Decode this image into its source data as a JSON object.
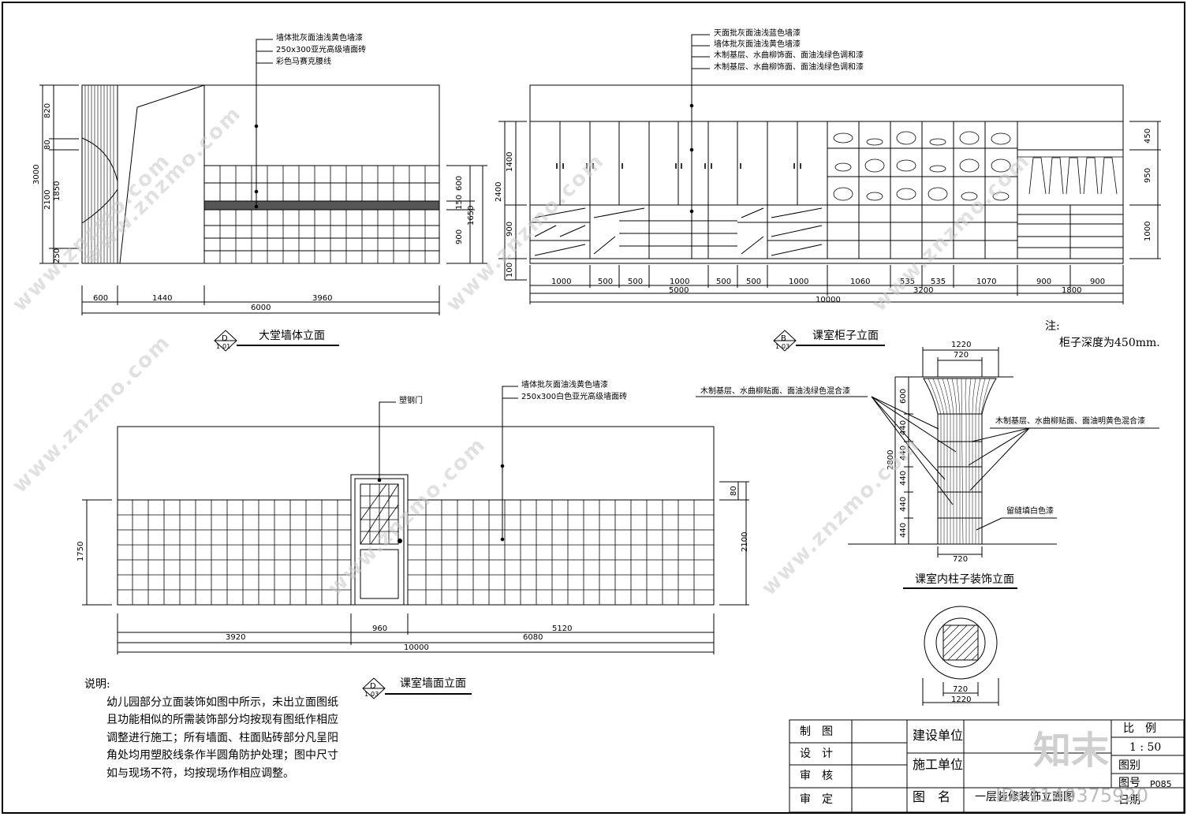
{
  "lobby": {
    "notes": [
      "墙体批灰面油浅黄色墙漆",
      "250x300亚光高级墙面砖",
      "彩色马赛克腰线"
    ],
    "vdims_left": [
      "820",
      "80",
      "3000",
      "1850",
      "2100",
      "250"
    ],
    "vdims_right": [
      "600",
      "150",
      "900",
      "1650"
    ],
    "hdims": [
      "600",
      "1440",
      "3960",
      "6000"
    ],
    "title": "大堂墙体立面",
    "tag_letter": "D",
    "tag_ref": "1-01"
  },
  "cabinet": {
    "notes": [
      "天面批灰面油浅蓝色墙漆",
      "墙体批灰面油浅黄色墙漆",
      "木制基层、水曲柳饰面、面油浅绿色调和漆",
      "木制基层、水曲柳饰面、面油浅绿色调和漆"
    ],
    "vdims_left": [
      "1400",
      "2400",
      "900",
      "100"
    ],
    "vdims_right": [
      "450",
      "950",
      "1000"
    ],
    "hdims": [
      "1000",
      "500",
      "500",
      "1000",
      "500",
      "500",
      "1000",
      "1060",
      "535",
      "535",
      "1070",
      "900",
      "900"
    ],
    "hdims_group": [
      "5000",
      "3200",
      "1800"
    ],
    "hdim_total": "10000",
    "title": "课室柜子立面",
    "tag_letter": "B",
    "tag_ref": "1-03",
    "note_label": "注:",
    "note_text": "柜子深度为450mm."
  },
  "classwall": {
    "door_label": "塑钢门",
    "notes": [
      "墙体批灰面油浅黄色墙漆",
      "250x300白色亚光高级墙面砖"
    ],
    "vdims_left": [
      "1750"
    ],
    "vdims_right": [
      "80",
      "2100"
    ],
    "hdims": [
      "3920",
      "960",
      "5120",
      "6080",
      "10000"
    ],
    "title": "课室墙面立面",
    "tag_letter": "D",
    "tag_ref": "1-03"
  },
  "column": {
    "top_dims": [
      "1220",
      "720"
    ],
    "vdims": [
      "600",
      "440",
      "440",
      "440",
      "440",
      "440",
      "2800"
    ],
    "note_left": "木制基层、水曲柳贴面、面油浅绿色混合漆",
    "note_right": "木制基层、水曲柳贴面、面油明黄色混合漆",
    "note_gap": "留缝填白色漆",
    "bottom_dim": "720",
    "title": "课室内柱子装饰立面",
    "plan_dims": [
      "720",
      "1220"
    ]
  },
  "description": {
    "label": "说明:",
    "lines": [
      "幼儿园部分立面装饰如图中所示，未出立面图纸",
      "且功能相似的所需装饰部分均按现有图纸作相应",
      "调整进行施工；所有墙面、柱面贴砖部分凡呈阳",
      "角处均用塑胶线条作半圆角防护处理；图中尺寸",
      "如与现场不符，均按现场作相应调整。"
    ]
  },
  "titleblock": {
    "drawn": "制　图",
    "design": "设　计",
    "check": "审　核",
    "approve": "审　定",
    "client": "建设单位",
    "contractor": "施工单位",
    "name_label": "图　名",
    "name_value": "一层装修装饰立面图",
    "scale_label": "比　例",
    "scale_value": "1 : 50",
    "category": "图别",
    "number": "图号",
    "number_value": "P085",
    "date": "日期"
  },
  "watermark": {
    "text": "www.znzmo.com",
    "brand": "知末",
    "id": "ID: 1140375920"
  }
}
